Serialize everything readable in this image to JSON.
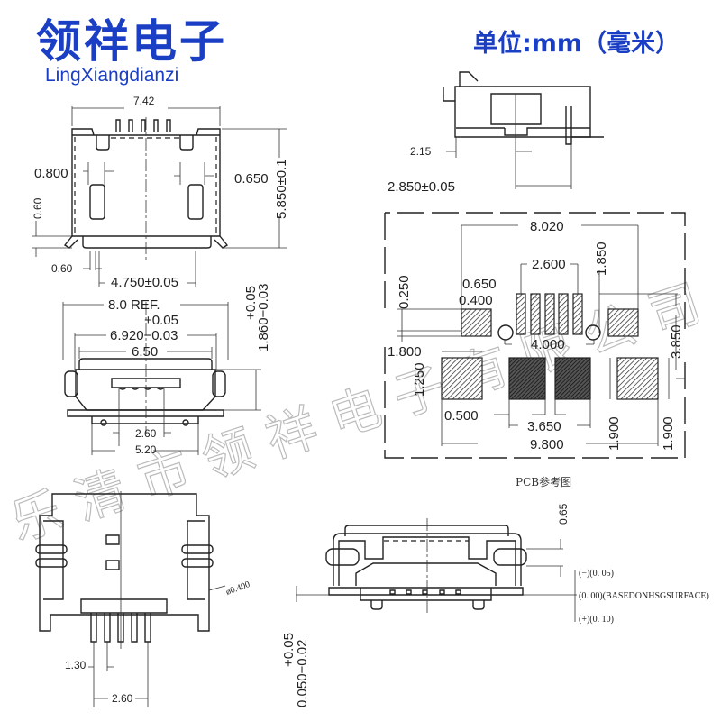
{
  "header": {
    "brand_cn": "领祥电子",
    "brand_en": "LingXiangdianzi",
    "unit_label": "单位:mm（毫米）"
  },
  "colors": {
    "brand": "#1a3fc4",
    "line": "#222222",
    "watermark": "#bbbbbb"
  },
  "watermark": "乐清市领祥电子有限公司",
  "top_view": {
    "width": "7.42",
    "left_pad": "0.800",
    "right_pad": "0.650",
    "height": "5.850±0.1",
    "side": "0.60",
    "pad_w": "0.60",
    "pitch": "4.750±0.05"
  },
  "front_view": {
    "ref": "8.0 REF.",
    "tol_plus": "+0.05",
    "width": "6.920−0.03",
    "inner": "6.50",
    "height_tol": "+0.05",
    "height": "1.860−0.03",
    "pin_span": "2.60",
    "post_span": "5.20"
  },
  "bottom_view": {
    "hole": "ø0.400",
    "pitch": "1.30",
    "span": "2.60"
  },
  "side_view": {
    "a": "2.15",
    "b": "2.850±0.05"
  },
  "pcb": {
    "caption": "PCB参考图",
    "d_8020": "8.020",
    "d_2600": "2.600",
    "d_1850": "1.850",
    "d_0250": "0.250",
    "d_0650": "0.650",
    "d_0400": "0.400",
    "d_1800": "1.800",
    "d_4000": "4.000",
    "d_3850": "3.850",
    "d_1250": "1.250",
    "d_0500": "0.500",
    "d_3650": "3.650",
    "d_1900a": "1.900",
    "d_1900b": "1.900",
    "d_9800": "9.800"
  },
  "end_view": {
    "d_065": "0.65",
    "minus": "(−)(0. 05)",
    "zero": "(0. 00)(BASEDONHSGSURFACE)",
    "plus": "(+)(0. 10)",
    "tol_plus": "+0.05",
    "value": "0.050−0.02"
  }
}
